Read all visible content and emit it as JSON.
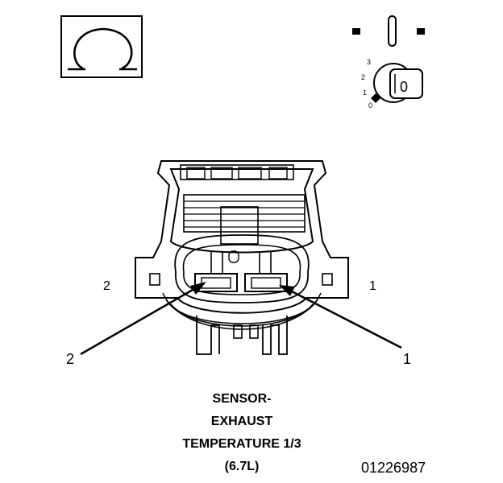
{
  "symbols": {
    "meter_symbol": "ohm-symbol-icon",
    "ignition_symbol": "ignition-key-switch-icon",
    "ignition_key_label": "0",
    "ignition_positions": [
      "3",
      "2",
      "1",
      "0"
    ]
  },
  "connector": {
    "face_label_left": "2",
    "face_label_right": "1",
    "callout_left": "2",
    "callout_right": "1"
  },
  "caption": {
    "line1": "SENSOR-",
    "line2": "EXHAUST",
    "line3": "TEMPERATURE 1/3",
    "line4": "(6.7L)"
  },
  "part_number": "01226987"
}
